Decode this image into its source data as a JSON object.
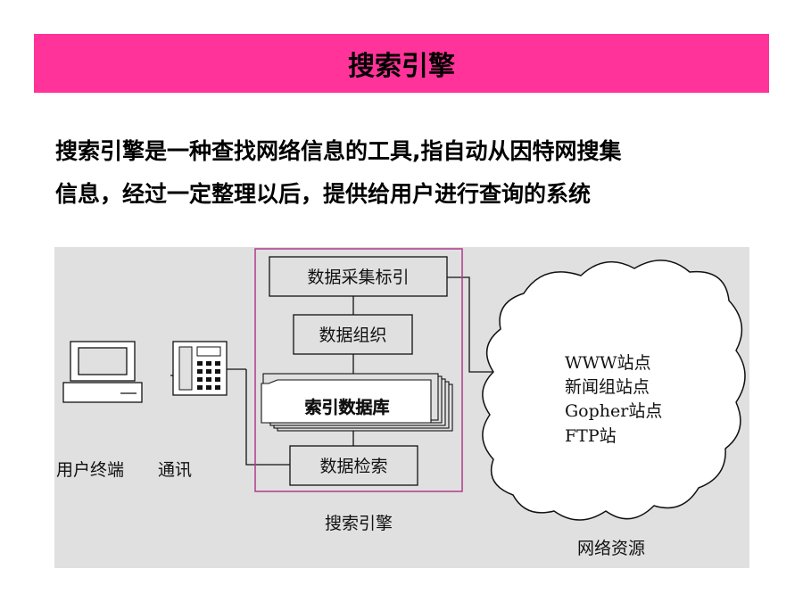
{
  "title": "搜索引擎",
  "description": {
    "line1": "搜索引擎是一种查找网络信息的工具,指自动从因特网搜集",
    "line2": "信息，经过一定整理以后，提供给用户进行查询的系统"
  },
  "diagram": {
    "boxes": {
      "collect_index": "数据采集标引",
      "organize": "数据组织",
      "database": "索引数据库",
      "retrieve": "数据检索"
    },
    "labels": {
      "user_terminal": "用户终端",
      "communication": "通讯",
      "search_engine": "搜索引擎",
      "network_resources": "网络资源"
    },
    "cloud_items": [
      "WWW站点",
      "新闻组站点",
      "Gopher站点",
      "FTP站"
    ]
  }
}
